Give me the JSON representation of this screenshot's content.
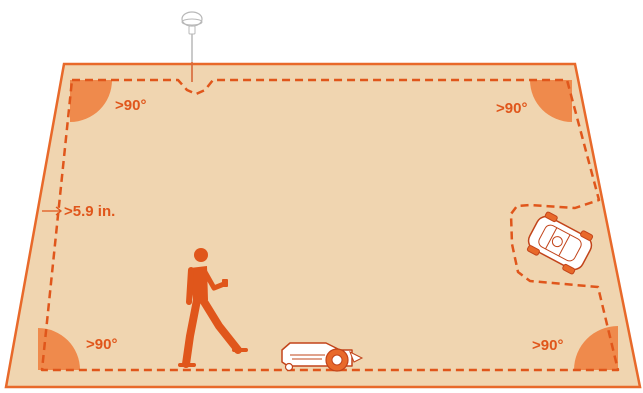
{
  "diagram": {
    "corner_labels": {
      "top_left": ">90°",
      "top_right": ">90°",
      "bottom_left": ">90°",
      "bottom_right": ">90°"
    },
    "edge_distance_label": ">5.9 in.",
    "icons": {
      "antenna": "rtk-antenna-icon",
      "person": "person-with-phone-icon",
      "mower_front": "robot-mower-side-icon",
      "mower_right": "robot-mower-top-icon"
    },
    "colors": {
      "lawn_fill": "#f0d5b0",
      "boundary": "#e8692a",
      "corner_fill": "#ef8a4c",
      "accent": "#e0561b",
      "line_art": "#c2441a"
    }
  }
}
